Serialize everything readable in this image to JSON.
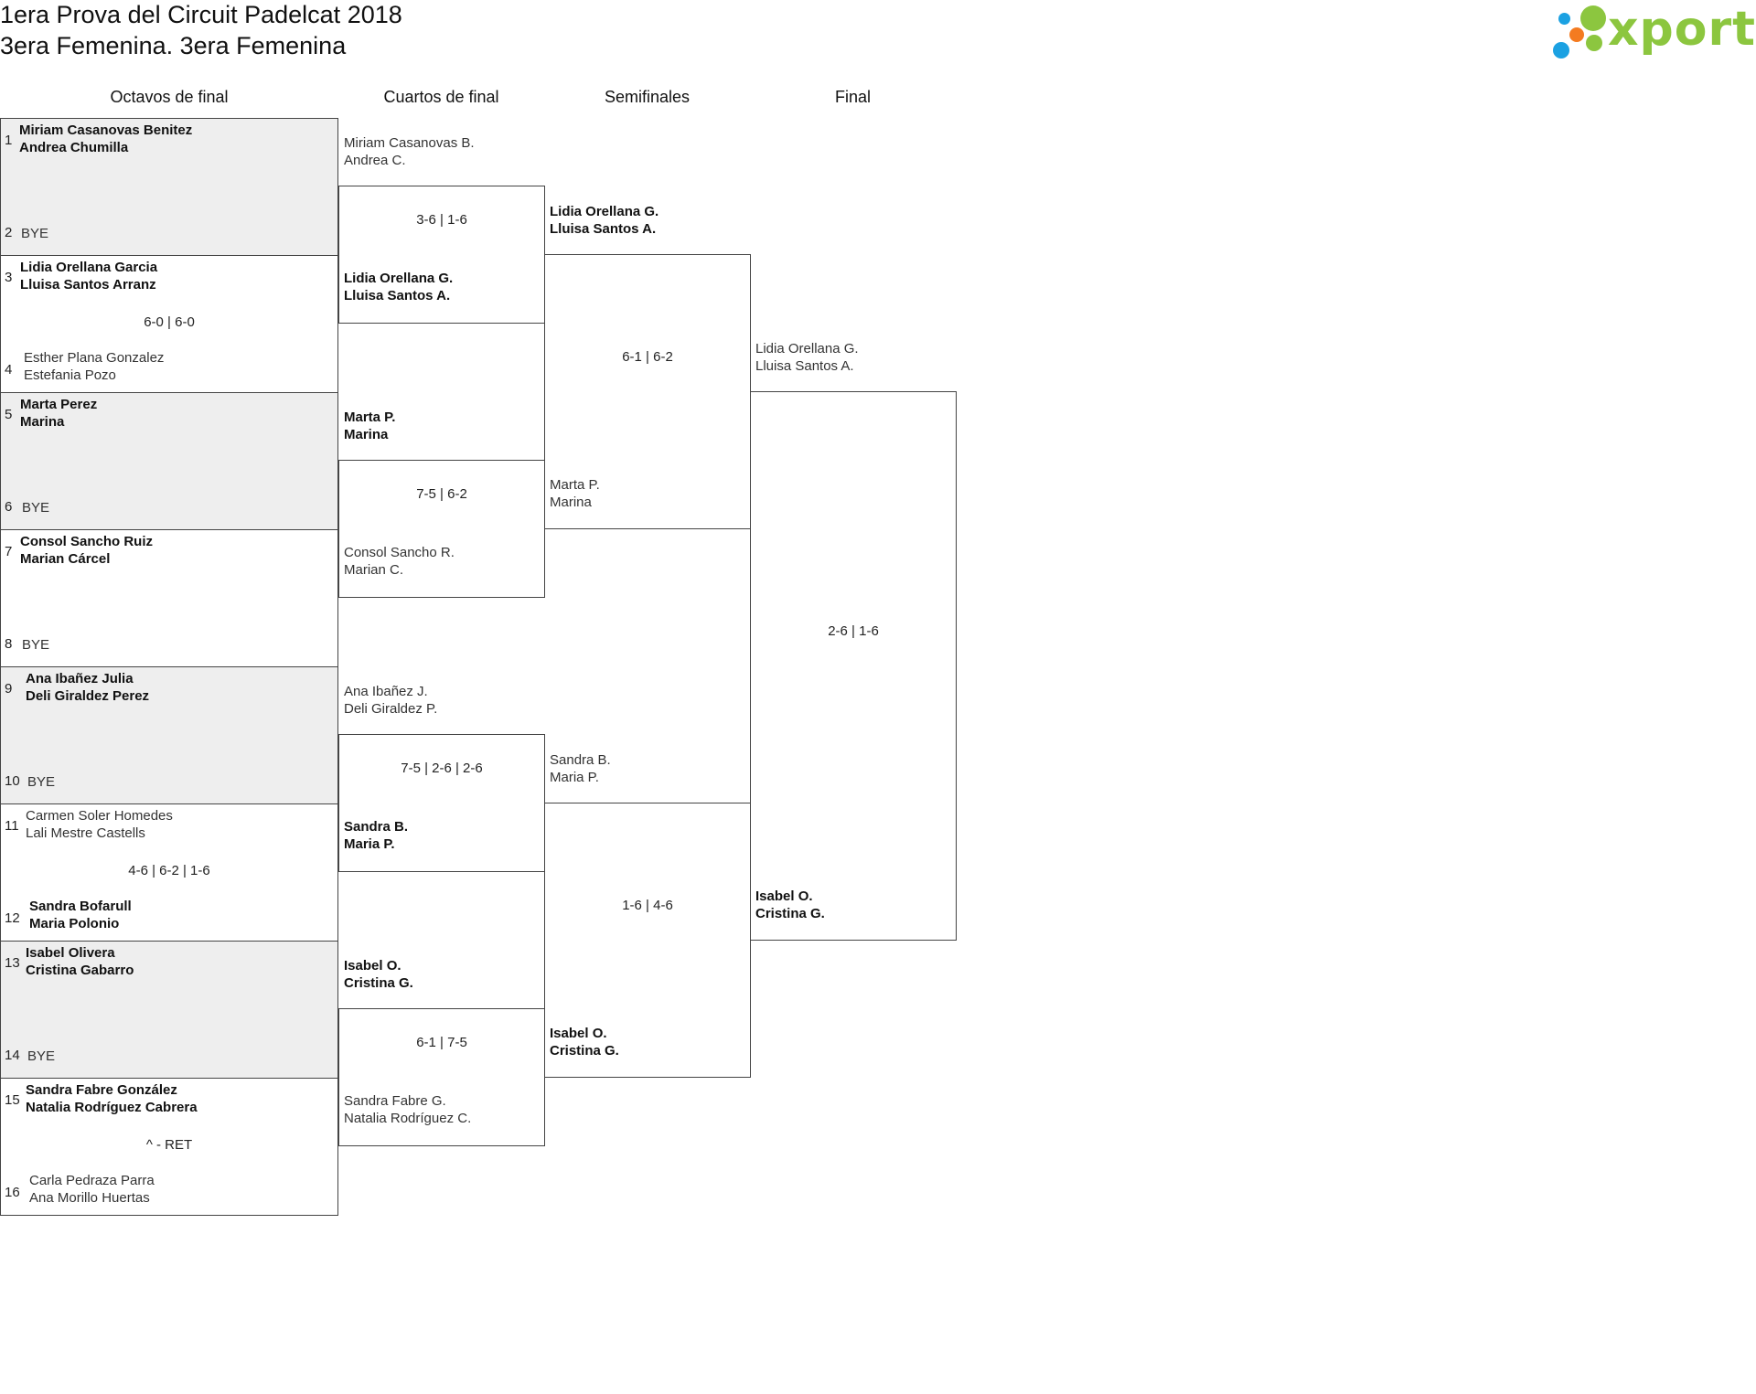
{
  "header": {
    "title_line1": "1era Prova del Circuit Padelcat 2018",
    "title_line2": "3era Femenina. 3era Femenina",
    "logo_text": "xporty"
  },
  "colors": {
    "logo_green": "#8cc63f",
    "logo_orange": "#f47b20",
    "logo_blue": "#1ba1e2",
    "shade": "#eeeeee"
  },
  "rounds": [
    "Octavos de final",
    "Cuartos de final",
    "Semifinales",
    "Final"
  ],
  "r16": [
    {
      "num_a": "1",
      "a1": "Miriam Casanovas Benitez",
      "a2": "Andrea Chumilla",
      "num_b": "2",
      "b1": "BYE",
      "b2": "",
      "score": ""
    },
    {
      "num_a": "3",
      "a1": "Lidia Orellana Garcia",
      "a2": "Lluisa Santos Arranz",
      "num_b": "4",
      "b1": "Esther Plana Gonzalez",
      "b2": "Estefania Pozo",
      "score": "6-0 | 6-0"
    },
    {
      "num_a": "5",
      "a1": "Marta Perez",
      "a2": "Marina",
      "num_b": "6",
      "b1": "BYE",
      "b2": "",
      "score": ""
    },
    {
      "num_a": "7",
      "a1": "Consol Sancho Ruiz",
      "a2": "Marian Cárcel",
      "num_b": "8",
      "b1": "BYE",
      "b2": "",
      "score": ""
    },
    {
      "num_a": "9",
      "a1": "Ana Ibañez Julia",
      "a2": "Deli Giraldez Perez",
      "num_b": "10",
      "b1": "BYE",
      "b2": "",
      "score": ""
    },
    {
      "num_a": "11",
      "a1": "Carmen Soler Homedes",
      "a2": "Lali Mestre Castells",
      "num_b": "12",
      "b1": "Sandra Bofarull",
      "b2": "Maria Polonio",
      "score": "4-6 | 6-2 | 1-6"
    },
    {
      "num_a": "13",
      "a1": "Isabel Olivera",
      "a2": "Cristina Gabarro",
      "num_b": "14",
      "b1": "BYE",
      "b2": "",
      "score": ""
    },
    {
      "num_a": "15",
      "a1": "Sandra Fabre González",
      "a2": "Natalia Rodríguez Cabrera",
      "num_b": "16",
      "b1": "Carla Pedraza Parra",
      "b2": "Ana Morillo Huertas",
      "score": "^ - RET"
    }
  ],
  "qf": [
    {
      "a1": "Miriam Casanovas B.",
      "a2": "Andrea C.",
      "b1": "Lidia Orellana G.",
      "b2": "Lluisa Santos A.",
      "score": "3-6 | 1-6"
    },
    {
      "a1": "Marta P.",
      "a2": "Marina",
      "b1": "Consol Sancho R.",
      "b2": "Marian C.",
      "score": "7-5 | 6-2"
    },
    {
      "a1": "Ana Ibañez J.",
      "a2": "Deli Giraldez P.",
      "b1": "Sandra B.",
      "b2": "Maria P.",
      "score": "7-5 | 2-6 | 2-6"
    },
    {
      "a1": "Isabel O.",
      "a2": "Cristina G.",
      "b1": "Sandra Fabre G.",
      "b2": "Natalia Rodríguez C.",
      "score": "6-1 | 7-5"
    }
  ],
  "sf": [
    {
      "a1": "Lidia Orellana G.",
      "a2": "Lluisa Santos A.",
      "b1": "Marta P.",
      "b2": "Marina",
      "score": "6-1 | 6-2"
    },
    {
      "a1": "Sandra B.",
      "a2": "Maria P.",
      "b1": "Isabel O.",
      "b2": "Cristina G.",
      "score": "1-6 | 4-6"
    }
  ],
  "final": {
    "a1": "Lidia Orellana G.",
    "a2": "Lluisa Santos A.",
    "b1": "Isabel O.",
    "b2": "Cristina G.",
    "score": "2-6 | 1-6"
  }
}
